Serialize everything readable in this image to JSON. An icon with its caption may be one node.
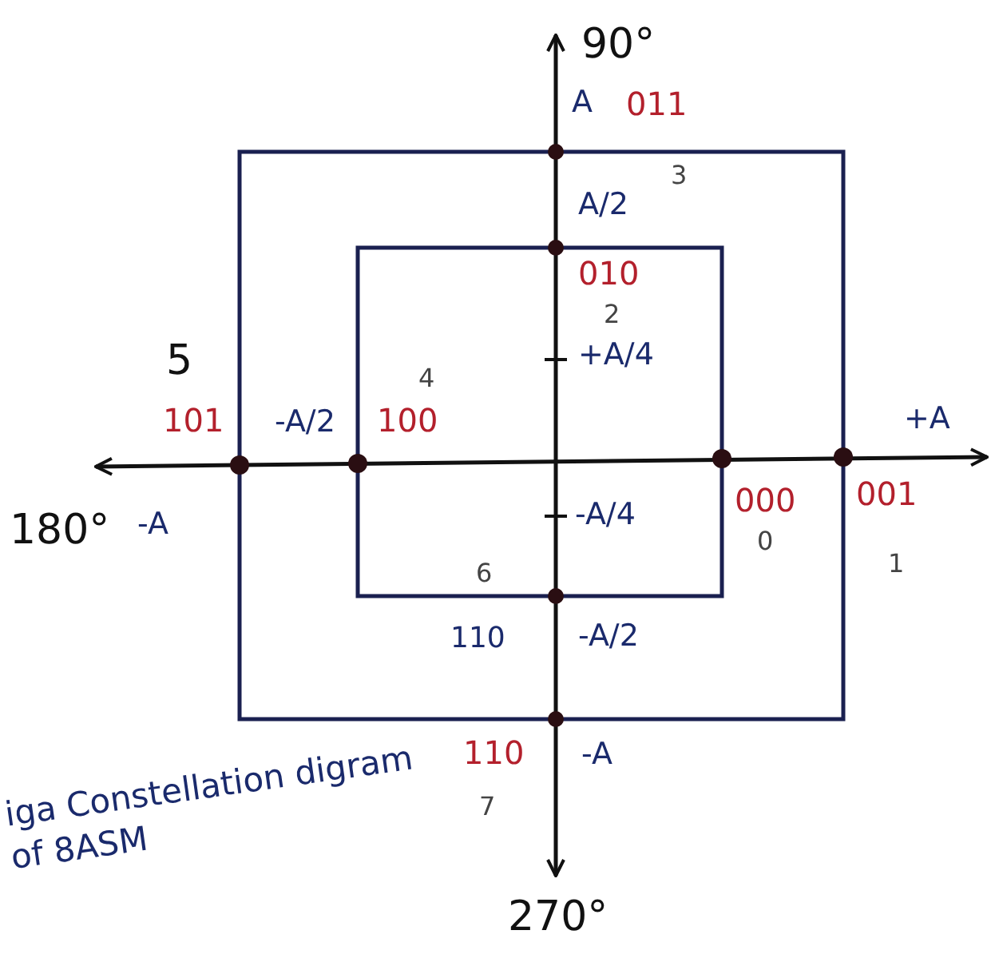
{
  "diagram": {
    "caption": "iga Constellation digram of 8ASM",
    "labels": [
      "90°",
      "A",
      "011",
      "3",
      "A/2",
      "010",
      "2",
      "5",
      "+A/4",
      "4",
      "101",
      "-A/2",
      "100",
      "+A",
      "180°",
      "-A",
      "-A/4",
      "000",
      "001",
      "0",
      "1",
      "6",
      "110",
      "-A/2",
      "110",
      "-A",
      "7",
      "270°"
    ]
  }
}
